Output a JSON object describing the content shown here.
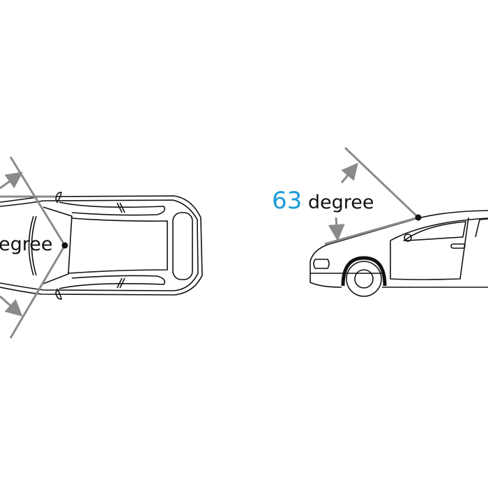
{
  "left_view": {
    "angle_text": "egree"
  },
  "right_view": {
    "angle_value": "63",
    "angle_unit": "degree"
  },
  "colors": {
    "angle_value": "#1a9ad6",
    "guide_lines": "#8a8a8a",
    "outline": "#111111"
  }
}
